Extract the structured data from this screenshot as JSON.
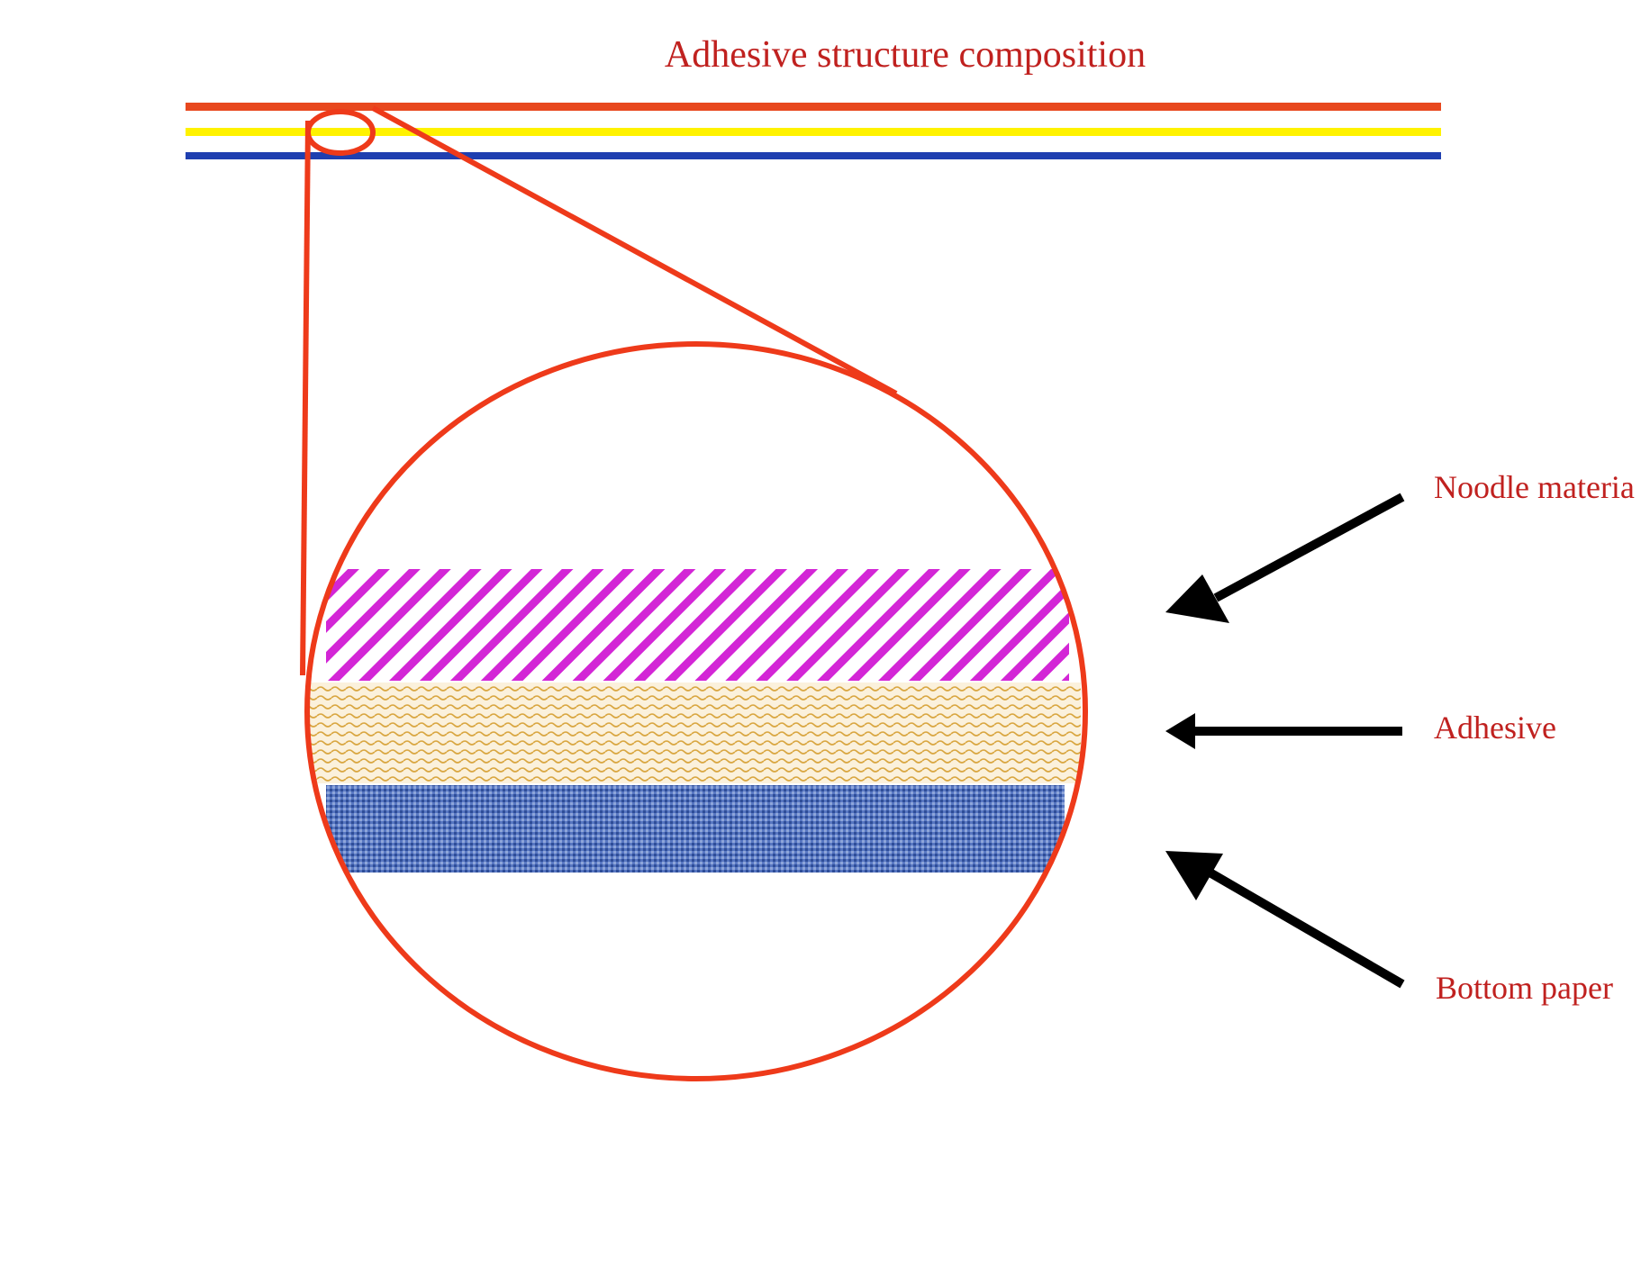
{
  "title": "Adhesive structure composition",
  "labels": {
    "noodle": "Noodle materia",
    "adhesive": "Adhesive",
    "bottom": "Bottom paper"
  },
  "colors": {
    "text": "#c0211f",
    "callout": "#ee3a1a",
    "strip_face": "#e8481e",
    "strip_adhesive": "#fff200",
    "strip_backing": "#1f3fb0",
    "face_hatch": "#d326d6",
    "adhesive_fill": "#e7c98a",
    "backing_fill": "#4d6fbc",
    "arrow": "#000000"
  }
}
